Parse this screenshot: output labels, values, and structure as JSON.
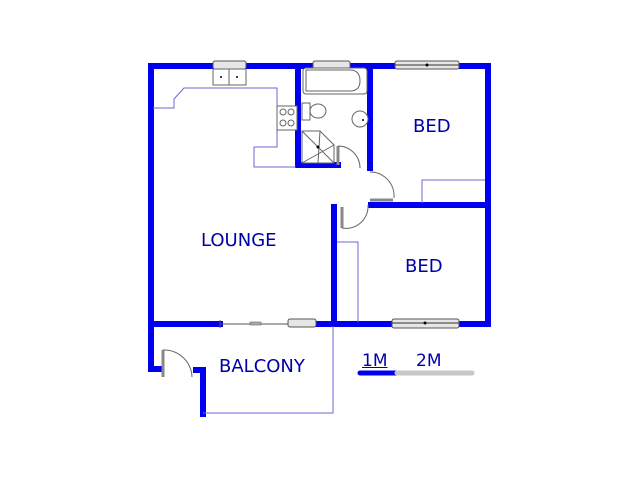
{
  "rooms": {
    "lounge": "LOUNGE",
    "bed1": "BED",
    "bed2": "BED",
    "balcony": "BALCONY"
  },
  "scale": {
    "label_1": "1M",
    "label_2": "2M"
  },
  "colors": {
    "wall": "#0000ee",
    "label": "#0000aa",
    "scale_gray": "#c8c8c8"
  }
}
